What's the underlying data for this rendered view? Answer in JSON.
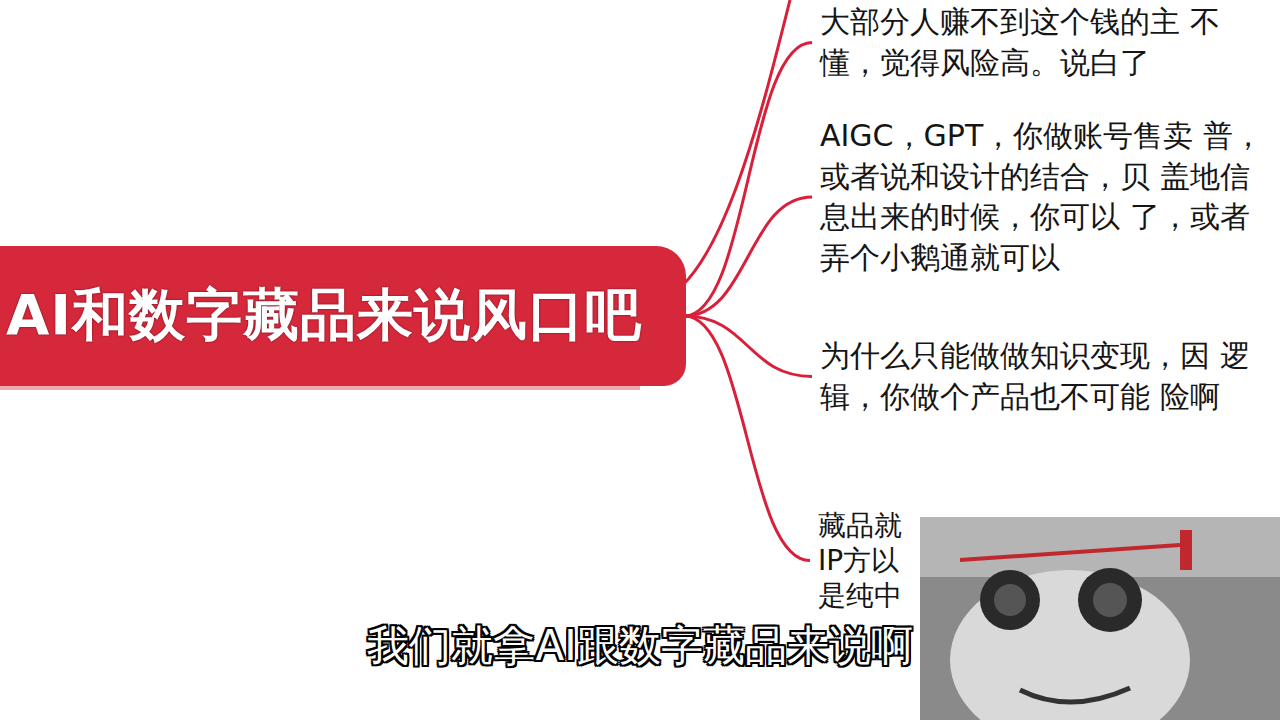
{
  "diagram": {
    "nodes": [
      {
        "text": [
          "AI和数字藏品来说风口吧"
        ]
      },
      {
        "text": [
          "大部分人赚不到这个钱的主 不懂，觉得风险高。说白了"
        ]
      },
      {
        "text": [
          "AIGC，GPT，你做账号售卖 普，或者说和设计的结合，贝 盖地信息出来的时候，你可以 了，或者弄个小鹅通就可以"
        ]
      },
      {
        "text": [
          "为什么只能做做知识变现，因 逻辑，你做个产品也不可能 险啊"
        ]
      },
      {
        "text": [
          "藏品就 IP方以 是纯中"
        ]
      }
    ],
    "edges": [
      {
        "from": 0,
        "to": 1,
        "arrow": "none"
      },
      {
        "from": 0,
        "to": 2,
        "arrow": "none"
      },
      {
        "from": 0,
        "to": 3,
        "arrow": "none"
      },
      {
        "from": 0,
        "to": 4,
        "arrow": "none"
      }
    ],
    "labels": [
      "我们就拿AI跟数字藏品来说啊"
    ]
  }
}
